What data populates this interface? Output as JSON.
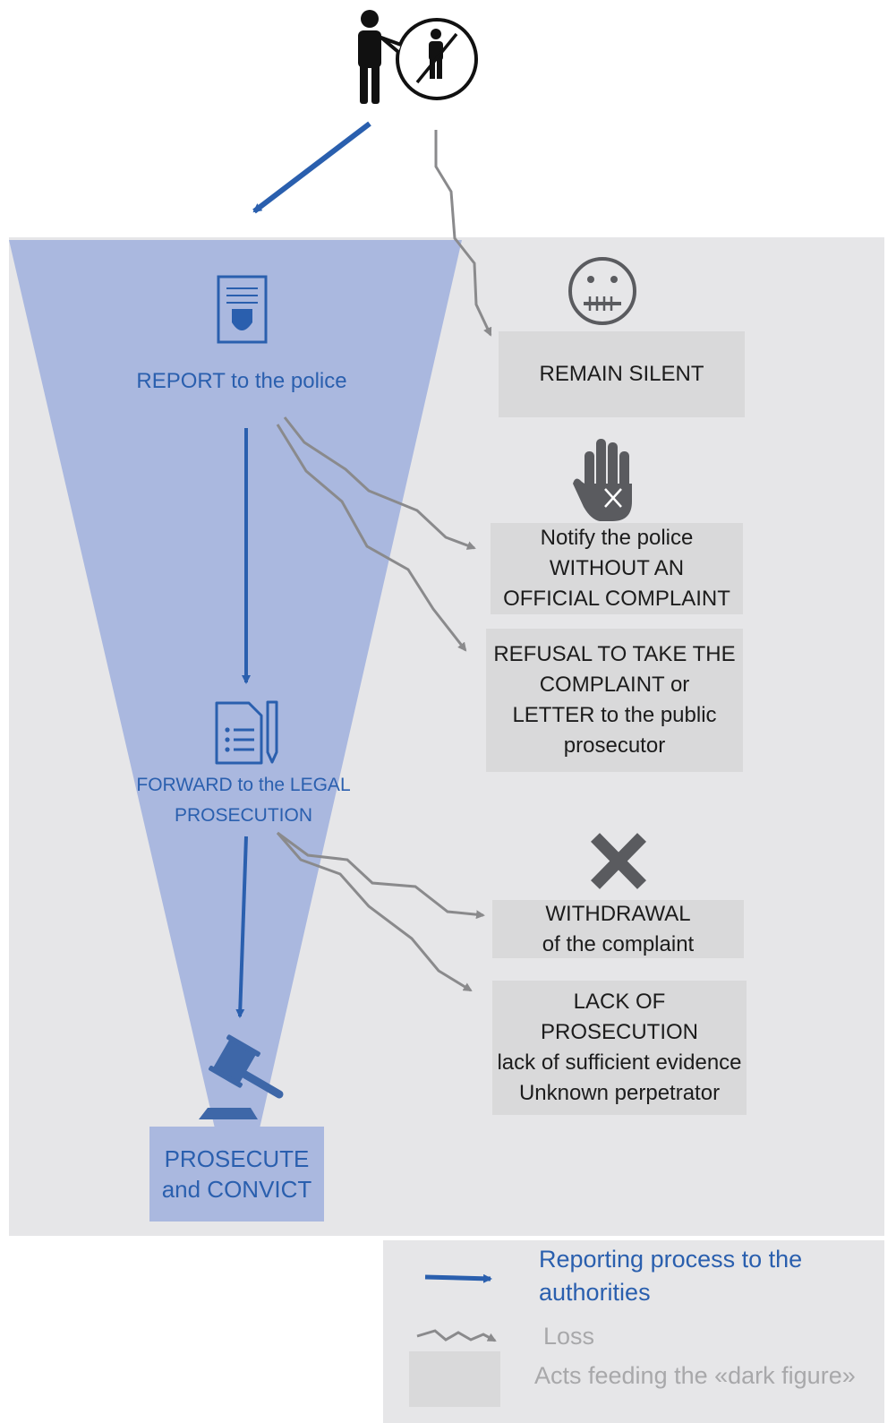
{
  "colors": {
    "accent_blue": "#2a5fae",
    "funnel_blue": "#aab8df",
    "loss_gray": "#8a8a8c",
    "box_gray": "#d9d9da",
    "panel_gray": "#e6e6e8",
    "icon_dark": "#5a5b5f"
  },
  "flow": {
    "report": "REPORT to the police",
    "forward_line1": "FORWARD to the LEGAL",
    "forward_line2": "PROSECUTION",
    "prosecute_line1": "PROSECUTE",
    "prosecute_line2": "and CONVICT"
  },
  "losses": {
    "silent": "REMAIN SILENT",
    "notify": [
      "Notify the police",
      "WITHOUT AN",
      "OFFICIAL COMPLAINT"
    ],
    "refusal": [
      "REFUSAL TO TAKE THE",
      "COMPLAINT or",
      "LETTER to the public",
      "prosecutor"
    ],
    "withdrawal": [
      "WITHDRAWAL",
      "of the complaint"
    ],
    "lack": [
      "LACK OF PROSECUTION",
      "lack of sufficient evidence",
      "Unknown perpetrator"
    ]
  },
  "legend": {
    "reporting_line1": "Reporting process to the",
    "reporting_line2": "authorities",
    "loss": "Loss",
    "acts": "Acts feeding the «dark figure»"
  },
  "icons": [
    "person-icon",
    "speech-bubble-child-crossed-icon",
    "police-report-icon",
    "silent-face-icon",
    "stop-hand-icon",
    "document-pencil-icon",
    "cross-icon",
    "gavel-icon"
  ]
}
